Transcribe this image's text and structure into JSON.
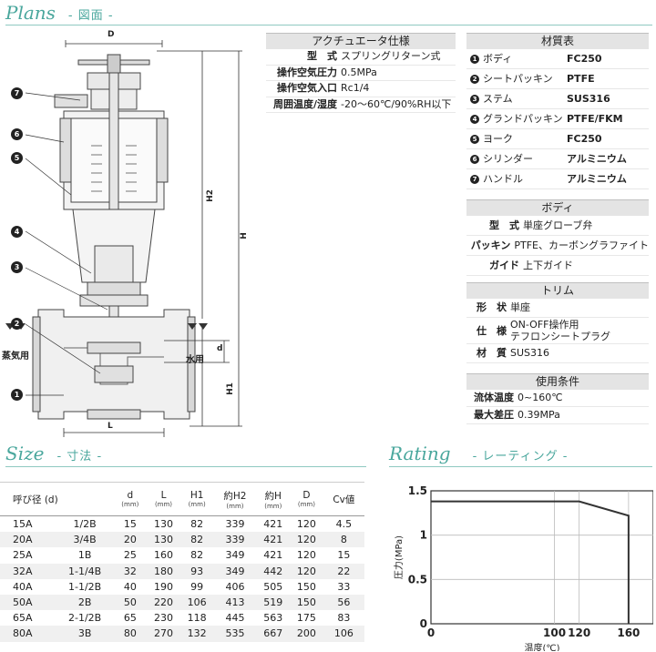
{
  "sections": {
    "plans": {
      "script": "Plans",
      "jp": "- 図面 -"
    },
    "size": {
      "script": "Size",
      "jp": "- 寸法 -"
    },
    "rating": {
      "script": "Rating",
      "jp": "- レーティング -"
    }
  },
  "drawing": {
    "callouts": [
      "7",
      "6",
      "5",
      "4",
      "3",
      "2",
      "1"
    ],
    "dims": {
      "D": "D",
      "H2": "H2",
      "H": "H",
      "H1": "H1",
      "L": "L",
      "d": "d"
    },
    "steam_label": "蒸気用",
    "water_label": "水用"
  },
  "actuator": {
    "title": "アクチュエータ仕様",
    "rows": [
      {
        "k": "型　式",
        "v": "スプリングリターン式"
      },
      {
        "k": "操作空気圧力",
        "v": "0.5MPa"
      },
      {
        "k": "操作空気入口",
        "v": "Rc1/4"
      },
      {
        "k": "周囲温度/湿度",
        "v": "-20～60℃/90%RH以下"
      }
    ]
  },
  "materials": {
    "title": "材質表",
    "rows": [
      {
        "n": "1",
        "part": "ボディ",
        "mat": "FC250"
      },
      {
        "n": "2",
        "part": "シートパッキン",
        "mat": "PTFE"
      },
      {
        "n": "3",
        "part": "ステム",
        "mat": "SUS316"
      },
      {
        "n": "4",
        "part": "グランドパッキン",
        "mat": "PTFE/FKM"
      },
      {
        "n": "5",
        "part": "ヨーク",
        "mat": "FC250"
      },
      {
        "n": "6",
        "part": "シリンダー",
        "mat": "アルミニウム"
      },
      {
        "n": "7",
        "part": "ハンドル",
        "mat": "アルミニウム"
      }
    ]
  },
  "body": {
    "title": "ボディ",
    "rows": [
      {
        "k": "型　式",
        "v": "単座グローブ弁"
      },
      {
        "k": "パッキン",
        "v": "PTFE、カーボングラファイト"
      },
      {
        "k": "ガイド",
        "v": "上下ガイド"
      }
    ]
  },
  "trim": {
    "title": "トリム",
    "rows": [
      {
        "k": "形　状",
        "v": "単座"
      },
      {
        "k": "仕　様",
        "v": "ON-OFF操作用",
        "v2": "テフロンシートプラグ"
      },
      {
        "k": "材　質",
        "v": "SUS316"
      }
    ]
  },
  "conditions": {
    "title": "使用条件",
    "rows": [
      {
        "k": "流体温度",
        "v": "0~160℃"
      },
      {
        "k": "最大差圧",
        "v": "0.39MPa"
      }
    ]
  },
  "size_table": {
    "headers": [
      {
        "label": "呼び径 (d)",
        "unit": ""
      },
      {
        "label": "d",
        "unit": "(mm)"
      },
      {
        "label": "L",
        "unit": "(mm)"
      },
      {
        "label": "H1",
        "unit": "(mm)"
      },
      {
        "label": "約H2",
        "unit": "(mm)"
      },
      {
        "label": "約H",
        "unit": "(mm)"
      },
      {
        "label": "D",
        "unit": "(mm)"
      },
      {
        "label": "Cv値",
        "unit": ""
      }
    ],
    "rows": [
      [
        "15A",
        "1/2B",
        "15",
        "130",
        "82",
        "339",
        "421",
        "120",
        "4.5"
      ],
      [
        "20A",
        "3/4B",
        "20",
        "130",
        "82",
        "339",
        "421",
        "120",
        "8"
      ],
      [
        "25A",
        "1B",
        "25",
        "160",
        "82",
        "349",
        "421",
        "120",
        "15"
      ],
      [
        "32A",
        "1-1/4B",
        "32",
        "180",
        "93",
        "349",
        "442",
        "120",
        "22"
      ],
      [
        "40A",
        "1-1/2B",
        "40",
        "190",
        "99",
        "406",
        "505",
        "150",
        "33"
      ],
      [
        "50A",
        "2B",
        "50",
        "220",
        "106",
        "413",
        "519",
        "150",
        "56"
      ],
      [
        "65A",
        "2-1/2B",
        "65",
        "230",
        "118",
        "445",
        "563",
        "175",
        "83"
      ],
      [
        "80A",
        "3B",
        "80",
        "270",
        "132",
        "535",
        "667",
        "200",
        "106"
      ]
    ]
  },
  "chart_data": {
    "type": "line",
    "title": "",
    "xlabel": "温度(℃)",
    "ylabel": "圧力(MPa)",
    "xlim": [
      0,
      180
    ],
    "ylim": [
      0,
      1.5
    ],
    "x_ticks": [
      "0",
      "100",
      "120",
      "160"
    ],
    "x_tick_values": [
      0,
      100,
      120,
      160
    ],
    "y_ticks": [
      "0",
      "0.5",
      "1",
      "1.5"
    ],
    "y_tick_values": [
      0,
      0.5,
      1,
      1.5
    ],
    "series": [
      {
        "name": "",
        "x": [
          0,
          120,
          160,
          160
        ],
        "y": [
          1.38,
          1.38,
          1.22,
          0
        ]
      }
    ],
    "grid": true,
    "line_color": "#333333"
  }
}
